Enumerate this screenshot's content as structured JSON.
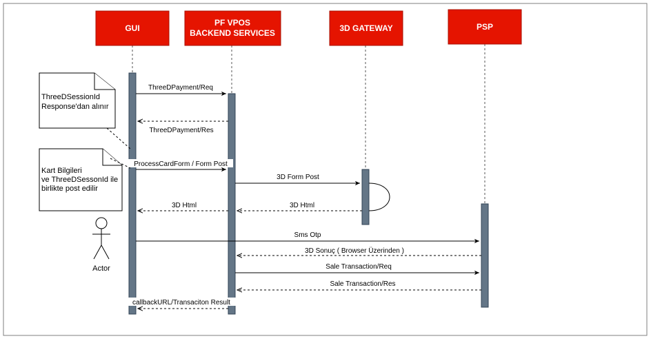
{
  "participants": {
    "gui": "GUI",
    "backend_line1": "PF VPOS",
    "backend_line2": "BACKEND SERVICES",
    "gateway": "3D GATEWAY",
    "psp": "PSP"
  },
  "actor": {
    "label": "Actor"
  },
  "notes": {
    "session_line1": "ThreeDSessionId",
    "session_line2": "Response'dan alınır",
    "card_line1": "Kart Bilgileri",
    "card_line2": "ve ThreeDSessonId ile",
    "card_line3": " birlikte post edilir"
  },
  "messages": [
    {
      "label": "ThreeDPayment/Req",
      "from": "gui",
      "to": "backend",
      "style": "solid"
    },
    {
      "label": "ThreeDPayment/Res",
      "from": "backend",
      "to": "gui",
      "style": "dashed"
    },
    {
      "label": "ProcessCardForm / Form Post",
      "from": "gui",
      "to": "backend",
      "style": "solid"
    },
    {
      "label": "3D Form Post",
      "from": "backend",
      "to": "gateway",
      "style": "solid"
    },
    {
      "label": "3D Html",
      "from": "gateway",
      "to": "backend",
      "style": "dashed"
    },
    {
      "label": "3D Html",
      "from": "backend",
      "to": "gui",
      "style": "dashed"
    },
    {
      "label": "Sms Otp",
      "from": "gui",
      "to": "psp",
      "style": "solid"
    },
    {
      "label": "3D Sonuç ( Browser Üzerinden )",
      "from": "psp",
      "to": "backend",
      "style": "dashed"
    },
    {
      "label": "Sale Transaction/Req",
      "from": "backend",
      "to": "psp",
      "style": "solid"
    },
    {
      "label": "Sale Transaction/Res",
      "from": "psp",
      "to": "backend",
      "style": "dashed"
    },
    {
      "label": "callbackURL/Transaciton Result",
      "from": "backend",
      "to": "gui",
      "style": "dashed"
    }
  ],
  "colors": {
    "participant_fill": "#e51400",
    "activation_fill": "#647687"
  }
}
